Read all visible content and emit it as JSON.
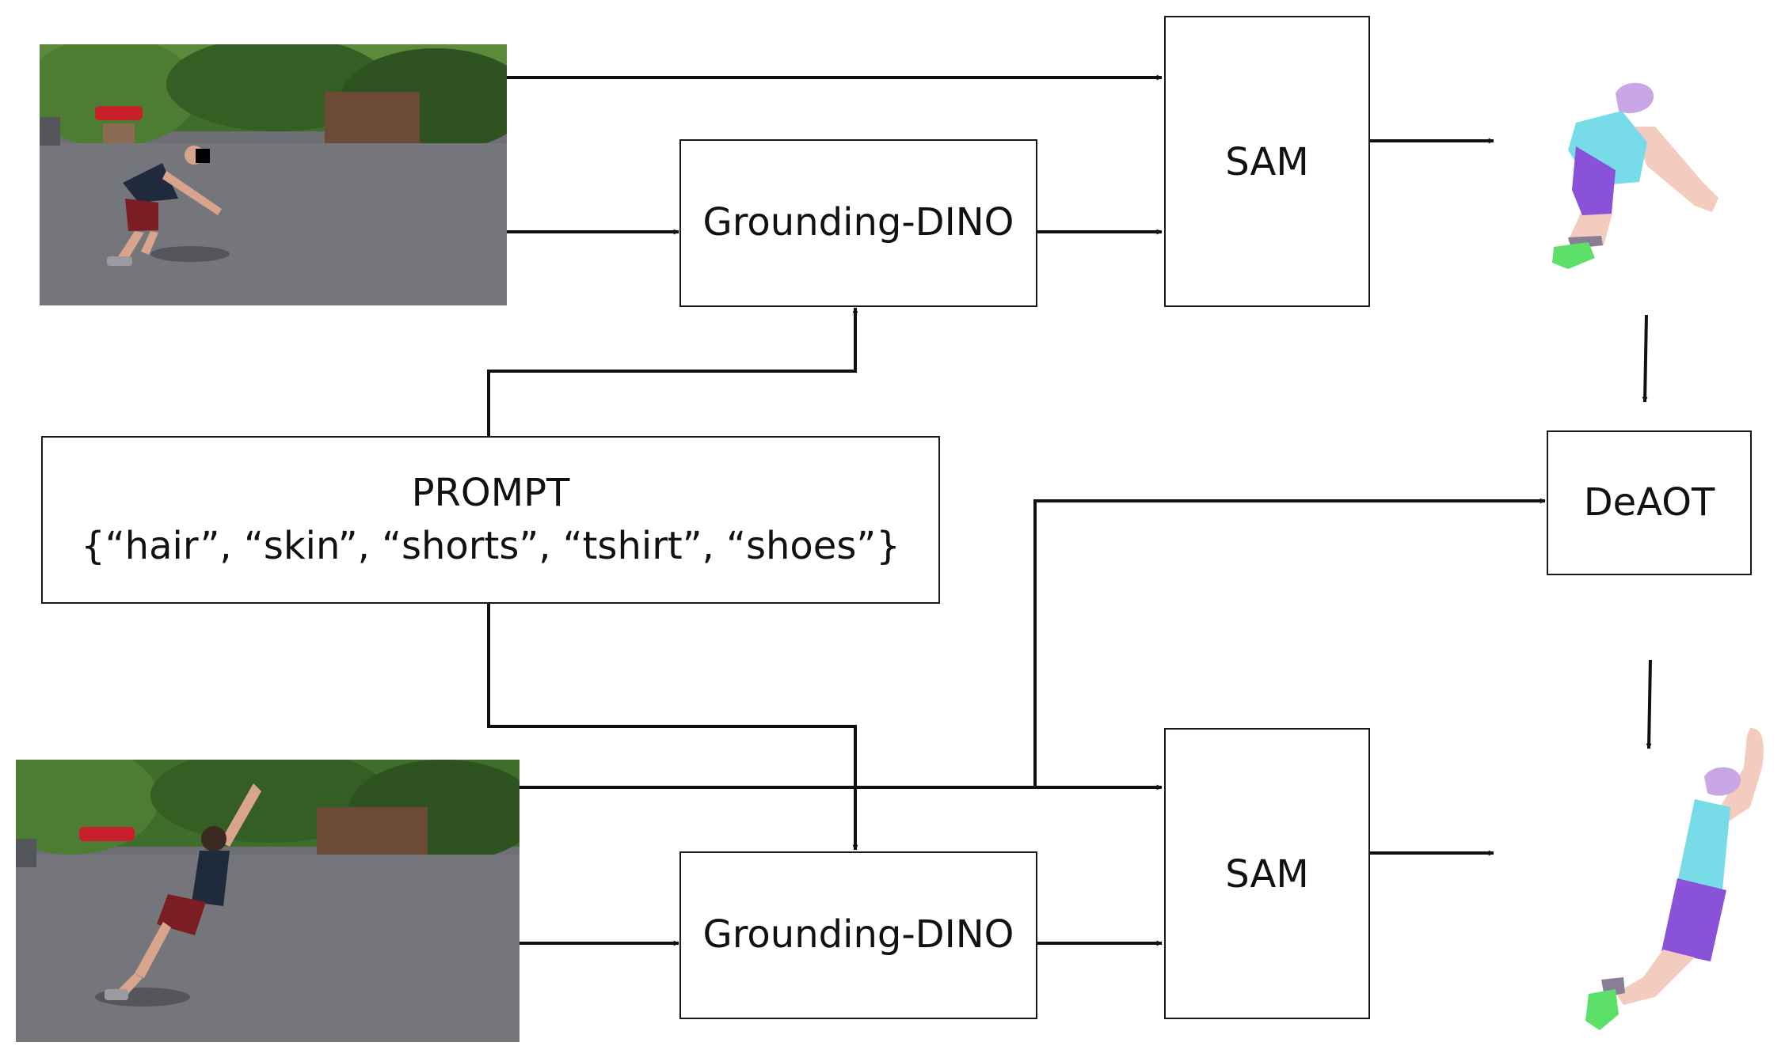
{
  "nodes": {
    "sam_top": "SAM",
    "sam_bottom": "SAM",
    "gdino_top": "Grounding-DINO",
    "gdino_bottom": "Grounding-DINO",
    "deaot": "DeAOT",
    "prompt_title": "PROMPT",
    "prompt_classes": "{“hair”, “skin”, “shorts”, “tshirt”, “shoes”}"
  },
  "colors": {
    "line": "#111111",
    "hair": "#c9a6e6",
    "skin": "#f3cbbf",
    "tshirt": "#78dbe8",
    "shorts": "#8a52d8",
    "shoes": "#5ce06a",
    "sock": "#8a7e96",
    "asphalt": "#6e6f75",
    "foliage": "#3f6e2c"
  },
  "images": {
    "frame_top": "video-frame-crouching",
    "frame_bottom": "video-frame-jumping",
    "mask_top": "segmentation-mask-crouching",
    "mask_bottom": "segmentation-mask-jumping"
  }
}
